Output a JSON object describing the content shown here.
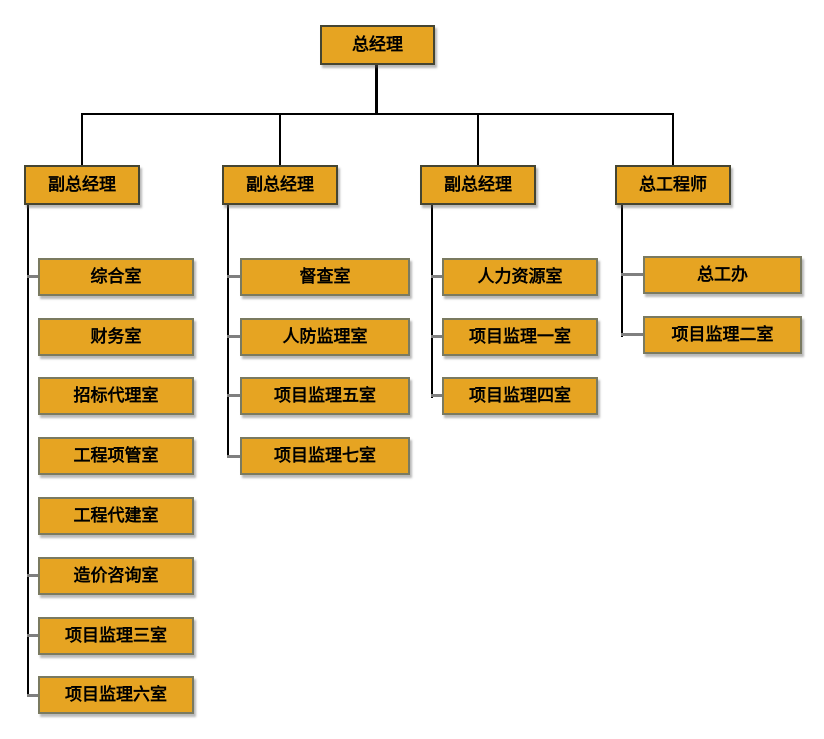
{
  "org_chart": {
    "type": "org-tree",
    "root": {
      "label": "总经理"
    },
    "branches": [
      {
        "manager": "副总经理",
        "departments": [
          "综合室",
          "财务室",
          "招标代理室",
          "工程项管室",
          "工程代建室",
          "造价咨询室",
          "项目监理三室",
          "项目监理六室"
        ],
        "stubs_visible": [
          true,
          false,
          false,
          false,
          false,
          true,
          true,
          true
        ]
      },
      {
        "manager": "副总经理",
        "departments": [
          "督查室",
          "人防监理室",
          "项目监理五室",
          "项目监理七室"
        ],
        "stubs_visible": [
          true,
          true,
          true,
          true
        ]
      },
      {
        "manager": "副总经理",
        "departments": [
          "人力资源室",
          "项目监理一室",
          "项目监理四室"
        ],
        "stubs_visible": [
          true,
          true,
          true
        ]
      },
      {
        "manager": "总工程师",
        "departments": [
          "总工办",
          "项目监理二室"
        ],
        "stubs_visible": [
          true,
          true
        ]
      }
    ],
    "colors": {
      "node_fill": "#E6A422",
      "node_border_manager": "#454532",
      "node_border_department": "#7a7a60",
      "connector_black": "#000000",
      "connector_gray": "#7f7f7f",
      "background": "#ffffff",
      "text": "#000000"
    }
  }
}
